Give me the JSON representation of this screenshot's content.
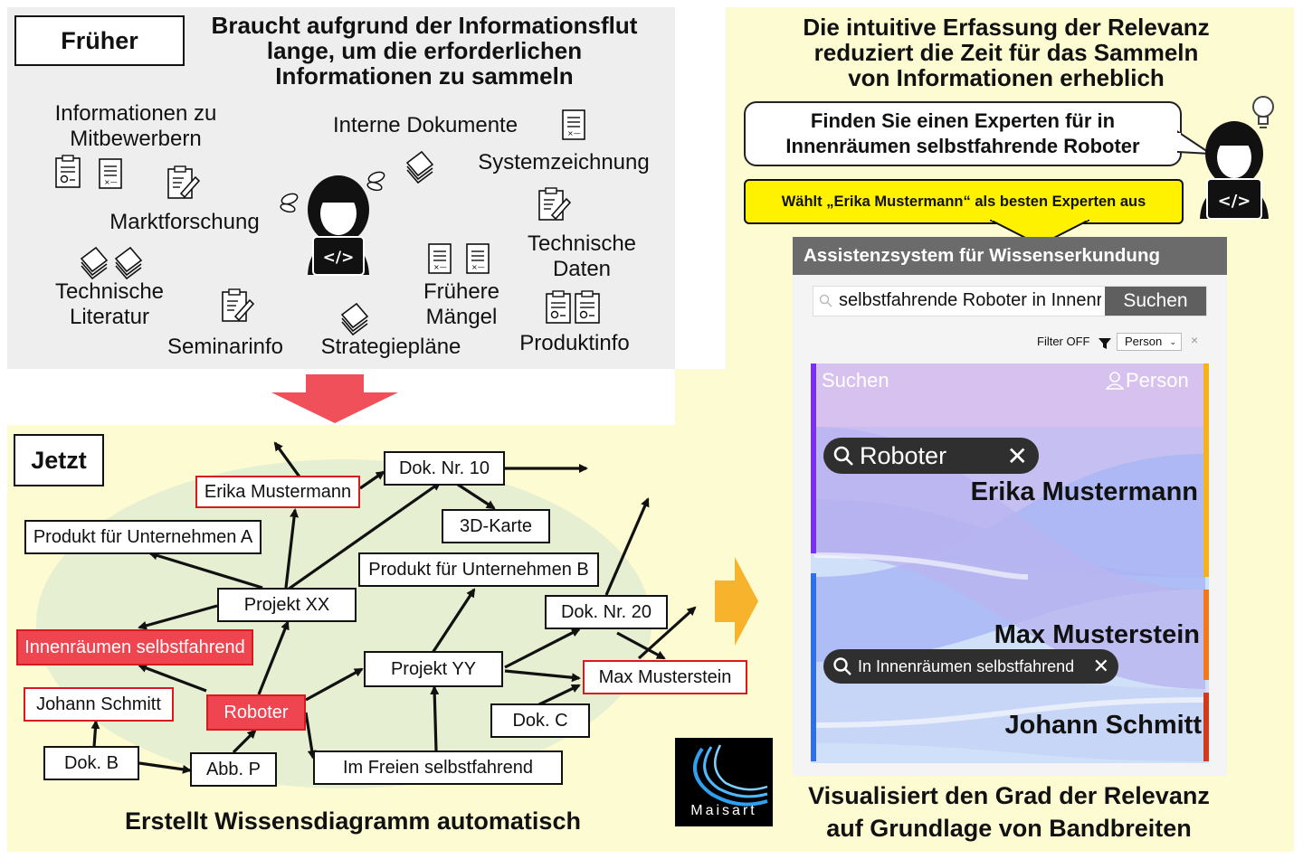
{
  "before": {
    "tag": "Früher",
    "headline": [
      "Braucht aufgrund der Informationsflut",
      "lange, um die erforderlichen",
      "Informationen zu sammeln"
    ],
    "sources": {
      "competitors": [
        "Informationen zu",
        "Mitbewerbern"
      ],
      "internal_docs": "Interne Dokumente",
      "system_drawing": "Systemzeichnung",
      "market_research": "Marktforschung",
      "tech_data": [
        "Technische",
        "Daten"
      ],
      "tech_literature": [
        "Technische",
        "Literatur"
      ],
      "past_defects": [
        "Frühere",
        "Mängel"
      ],
      "seminar": "Seminarinfo",
      "strategy": "Strategiepläne",
      "product_info": "Produktinfo"
    }
  },
  "now": {
    "tag": "Jetzt",
    "caption": "Erstellt Wissensdiagramm automatisch",
    "nodes": {
      "doc10": "Dok. Nr. 10",
      "erika": "Erika Mustermann",
      "map3d": "3D-Karte",
      "productA": "Produkt für Unternehmen A",
      "productB": "Produkt für Unternehmen B",
      "projectXX": "Projekt XX",
      "doc20": "Dok. Nr. 20",
      "indoor": "Innenräumen selbstfahrend",
      "projectYY": "Projekt YY",
      "max": "Max Musterstein",
      "johann": "Johann Schmitt",
      "robot": "Roboter",
      "docC": "Dok. C",
      "docB": "Dok. B",
      "figP": "Abb. P",
      "outdoor": "Im Freien selbstfahrend"
    }
  },
  "logo": {
    "text": "Maisart"
  },
  "after": {
    "headline": [
      "Die intuitive Erfassung der Relevanz",
      "reduziert die Zeit für das Sammeln",
      "von Informationen erheblich"
    ],
    "bubble": [
      "Finden Sie einen Experten für in",
      "Innenräumen selbstfahrende Roboter"
    ],
    "result_tag": "Wählt „Erika Mustermann“ als besten Experten aus",
    "app": {
      "title": "Assistenzsystem für Wissenserkundung",
      "search_value": "selbstfahrende Roboter in Innenräumen",
      "search_button": "Suchen",
      "filter_label": "Filter OFF",
      "filter_select": "Person",
      "close": "×",
      "col_left": "Suchen",
      "col_right": "Person",
      "chips": [
        "Roboter",
        "In Innenräumen selbstfahrend"
      ],
      "persons": [
        "Erika Mustermann",
        "Max Musterstein",
        "Johann Schmitt"
      ],
      "colors": {
        "purple": "#7b2ff0",
        "blue": "#2f6fe8",
        "yellow": "#f6b21a",
        "orange": "#f07a1a",
        "red": "#d33a1a"
      }
    },
    "caption": [
      "Visualisiert den Grad der Relevanz",
      "auf Grundlage von Bandbreiten"
    ]
  }
}
